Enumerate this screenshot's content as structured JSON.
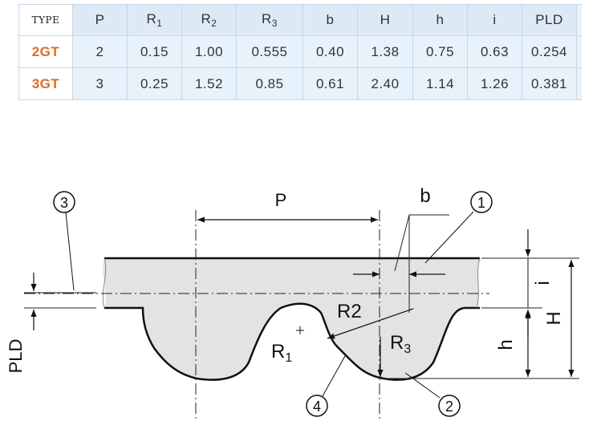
{
  "table": {
    "headers": [
      {
        "base": "TYPE",
        "sub": ""
      },
      {
        "base": "P",
        "sub": ""
      },
      {
        "base": "R",
        "sub": "1"
      },
      {
        "base": "R",
        "sub": "2"
      },
      {
        "base": "R",
        "sub": "3"
      },
      {
        "base": "b",
        "sub": ""
      },
      {
        "base": "H",
        "sub": ""
      },
      {
        "base": "h",
        "sub": ""
      },
      {
        "base": "i",
        "sub": ""
      },
      {
        "base": "PLD",
        "sub": ""
      }
    ],
    "rows": [
      [
        "2GT",
        "2",
        "0.15",
        "1.00",
        "0.555",
        "0.40",
        "1.38",
        "0.75",
        "0.63",
        "0.254"
      ],
      [
        "3GT",
        "3",
        "0.25",
        "1.52",
        "0.85",
        "0.61",
        "2.40",
        "1.14",
        "1.26",
        "0.381"
      ]
    ]
  },
  "diagram": {
    "labels": {
      "pitch": "P",
      "b": "b",
      "i": "i",
      "H": "H",
      "h": "h",
      "pld": "PLD",
      "r1": "R",
      "r1_sub": "1",
      "r2": "R2",
      "r3": "R",
      "r3_sub": "3"
    },
    "callouts": [
      "1",
      "2",
      "3",
      "4"
    ]
  }
}
